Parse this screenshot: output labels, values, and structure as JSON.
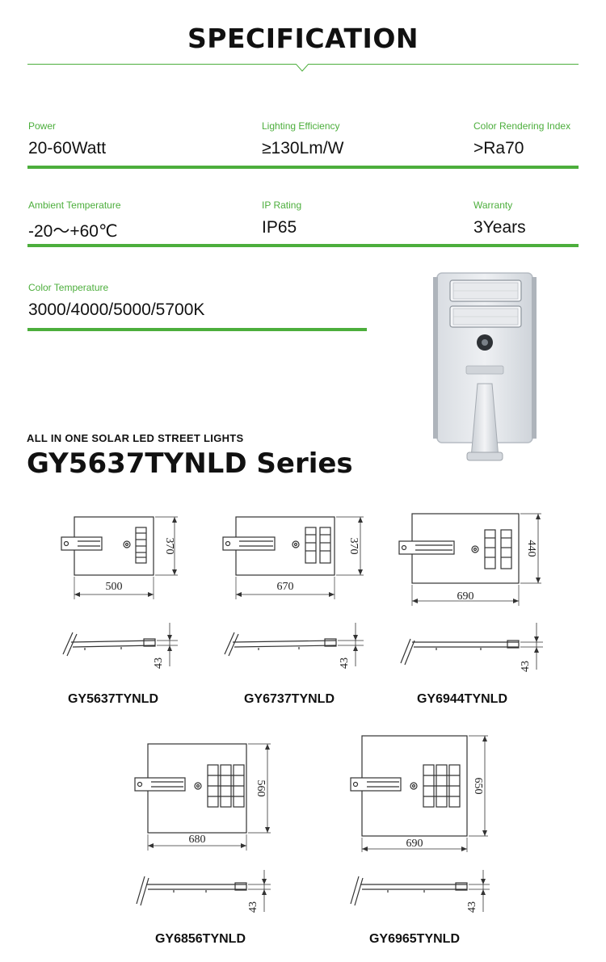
{
  "header": {
    "title": "SPECIFICATION"
  },
  "specs": [
    {
      "label": "Power",
      "value": "20-60Watt"
    },
    {
      "label": "Lighting Efficiency",
      "value": "≥130Lm/W"
    },
    {
      "label": "Color Rendering Index",
      "value": ">Ra70"
    },
    {
      "label": "Ambient Temperature",
      "value": "-20～+60℃"
    },
    {
      "label": "IP Rating",
      "value": "IP65"
    },
    {
      "label": "Warranty",
      "value": "3Years"
    },
    {
      "label": "Color Temperature",
      "value": "3000/4000/5000/5700K"
    }
  ],
  "series": {
    "subtitle": "ALL IN ONE SOLAR LED STREET LIGHTS",
    "title": "GY5637TYNLD Series"
  },
  "models": [
    {
      "name": "GY5637TYNLD",
      "width": "500",
      "height": "370",
      "depth": "43"
    },
    {
      "name": "GY6737TYNLD",
      "width": "670",
      "height": "370",
      "depth": "43"
    },
    {
      "name": "GY6944TYNLD",
      "width": "690",
      "height": "440",
      "depth": "43"
    },
    {
      "name": "GY6856TYNLD",
      "width": "680",
      "height": "560",
      "depth": "43"
    },
    {
      "name": "GY6965TYNLD",
      "width": "690",
      "height": "650",
      "depth": "43"
    }
  ],
  "colors": {
    "accent": "#4cae3c",
    "text": "#111111",
    "drawing": "#333333"
  }
}
